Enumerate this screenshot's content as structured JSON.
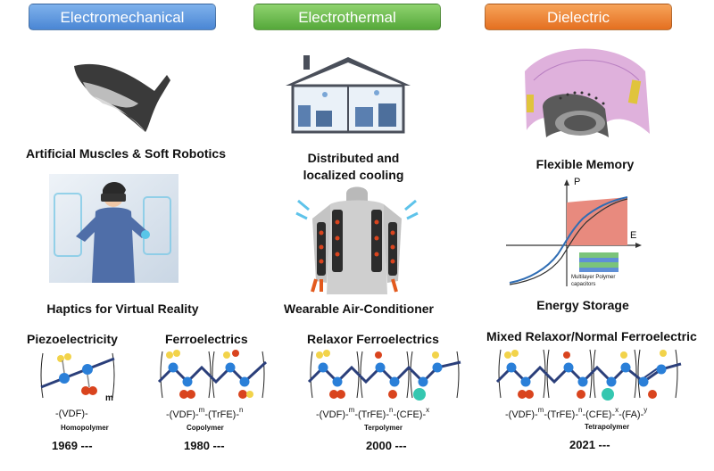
{
  "headers": {
    "electromechanical": "Electromechanical",
    "electrothermal": "Electrothermal",
    "dielectric": "Dielectric"
  },
  "captions": {
    "muscles": "Artificial Muscles & Soft Robotics",
    "haptics": "Haptics for Virtual Reality",
    "cooling_line1": "Distributed and",
    "cooling_line2": "localized cooling",
    "aircon": "Wearable Air-Conditioner",
    "memory": "Flexible Memory",
    "storage": "Energy Storage"
  },
  "pe_plot": {
    "y_axis": "P",
    "x_axis": "E",
    "inset_label_line1": "Multilayer Polymer",
    "inset_label_line2": "capacitors"
  },
  "timeline": [
    {
      "title": "Piezoelectricity",
      "formula": "-(VDF)-",
      "subscript": "m",
      "type": "Homopolymer",
      "year": "1969 ---"
    },
    {
      "title": "Ferroelectrics",
      "formula_a": "-(VDF)-",
      "sub_a": "m",
      "formula_b": "-(TrFE)-",
      "sub_b": "n",
      "type": "Copolymer",
      "year": "1980 ---"
    },
    {
      "title": "Relaxor Ferroelectrics",
      "formula_a": "-(VDF)-",
      "sub_a": "m",
      "formula_b": "-(TrFE)-",
      "sub_b": "n",
      "formula_c": "-(CFE)-",
      "sub_c": "x",
      "type": "Terpolymer",
      "year": "2000 ---"
    },
    {
      "title": "Mixed Relaxor/Normal Ferroelectric",
      "formula_a": "-(VDF)-",
      "sub_a": "m",
      "formula_b": "-(TrFE)-",
      "sub_b": "n",
      "formula_c": "-(CFE)-",
      "sub_c": "x",
      "formula_d": "-(FA)-",
      "sub_d": "y",
      "type": "Tetrapolymer",
      "year": "2021 ---"
    }
  ],
  "colors": {
    "blue_header": "#4a86d4",
    "green_header": "#55a83a",
    "orange_header": "#e46f20",
    "carbon": "#2a7fd8",
    "fluorine": "#f2d34a",
    "oxygen_like": "#d9441e",
    "chlorine": "#35c7b0",
    "backbone": "#2b3f7a"
  }
}
